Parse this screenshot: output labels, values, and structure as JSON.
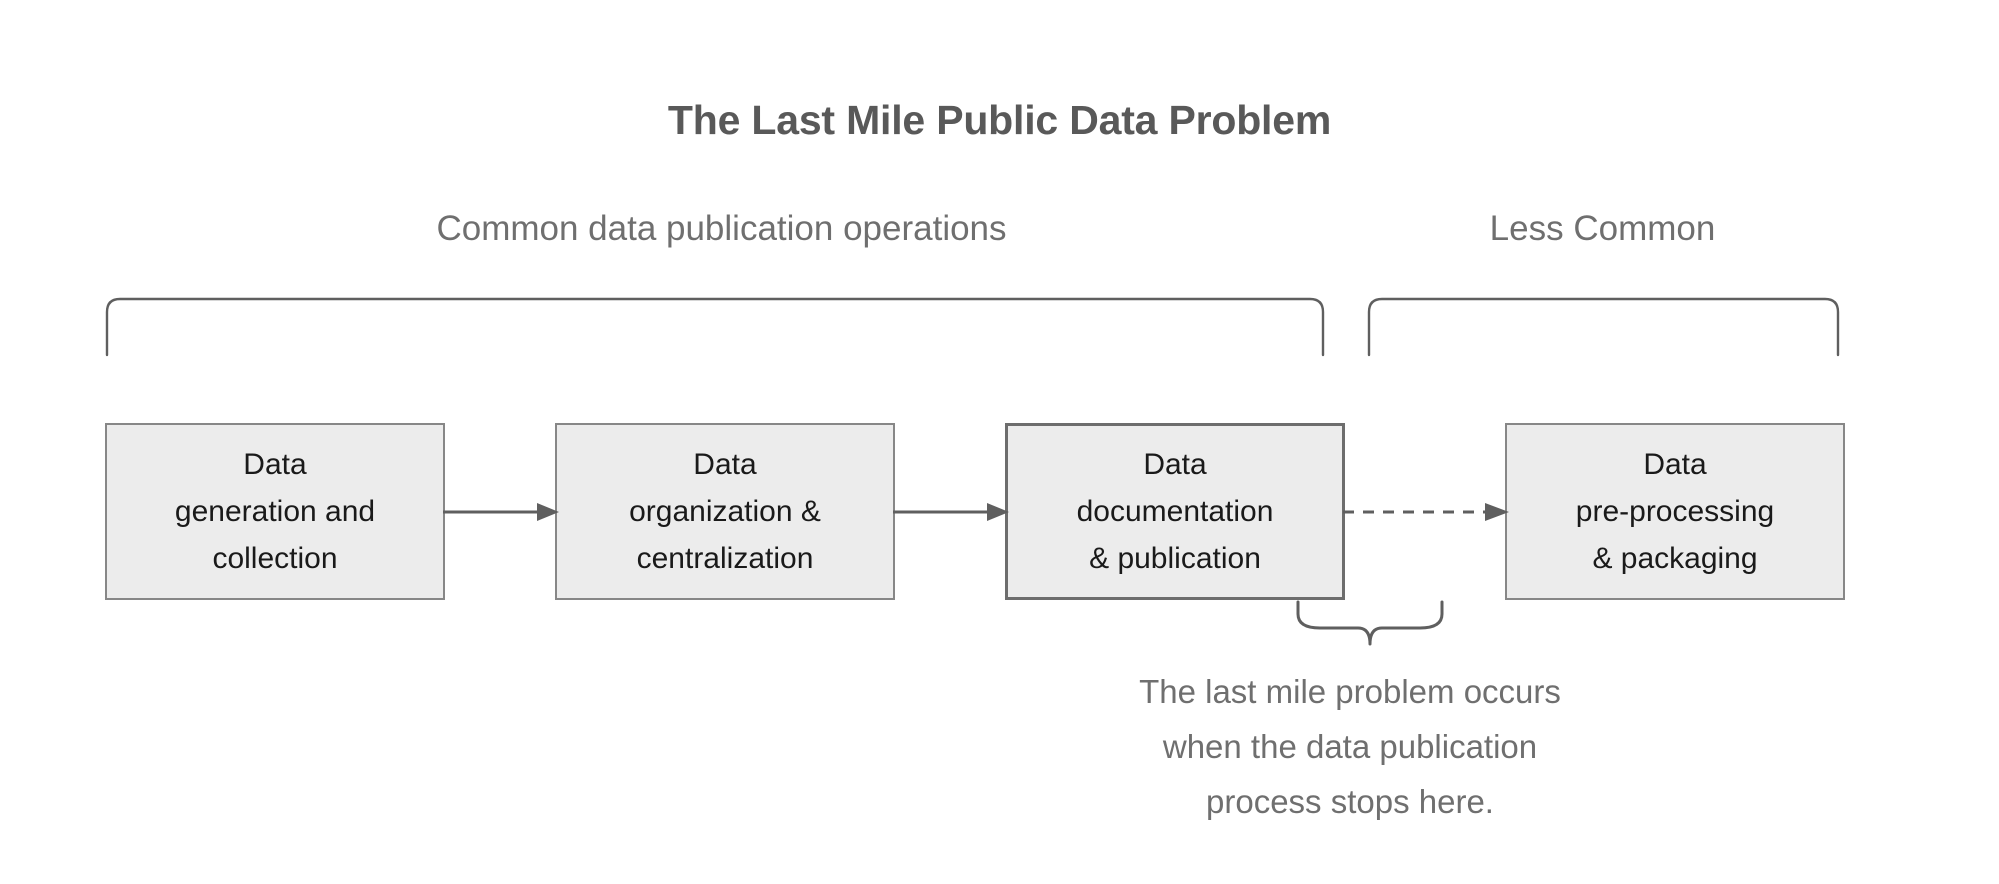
{
  "figure": {
    "title": "The Last Mile Public Data Problem",
    "background_color": "#ffffff",
    "text_color": "#595959",
    "box_fill_color": "#ececec",
    "box_border_color": "#878787",
    "line_color": "#5f5f5f"
  },
  "groups": [
    {
      "id": "common",
      "label": "Common data publication operations",
      "bracket": "top-bracket"
    },
    {
      "id": "less-common",
      "label": "Less Common",
      "bracket": "top-bracket"
    }
  ],
  "steps": [
    {
      "id": "data-generation-and-collection",
      "label": "Data\ngeneration and\ncollection",
      "group": "common",
      "emphasis": false
    },
    {
      "id": "data-organization-and-centralization",
      "label": "Data\norganization &\ncentralization",
      "group": "common",
      "emphasis": false
    },
    {
      "id": "data-documentation-and-publication",
      "label": "Data\ndocumentation\n& publication",
      "group": "common",
      "emphasis": true
    },
    {
      "id": "data-pre-processing-and-packaging",
      "label": "Data\npre-processing\n& packaging",
      "group": "less-common",
      "emphasis": false
    }
  ],
  "connectors": [
    {
      "id": "arrow-1",
      "from": "data-generation-and-collection",
      "to": "data-organization-and-centralization",
      "style": "solid",
      "icon": "arrow-right-icon"
    },
    {
      "id": "arrow-2",
      "from": "data-organization-and-centralization",
      "to": "data-documentation-and-publication",
      "style": "solid",
      "icon": "arrow-right-icon"
    },
    {
      "id": "arrow-3",
      "from": "data-documentation-and-publication",
      "to": "data-pre-processing-and-packaging",
      "style": "dashed",
      "icon": "dashed-arrow-right-icon"
    }
  ],
  "annotation": {
    "marker": "curly-brace-down-icon",
    "target": "data-documentation-and-publication",
    "text": "The last mile problem occurs\nwhen the data publication\nprocess stops here."
  }
}
